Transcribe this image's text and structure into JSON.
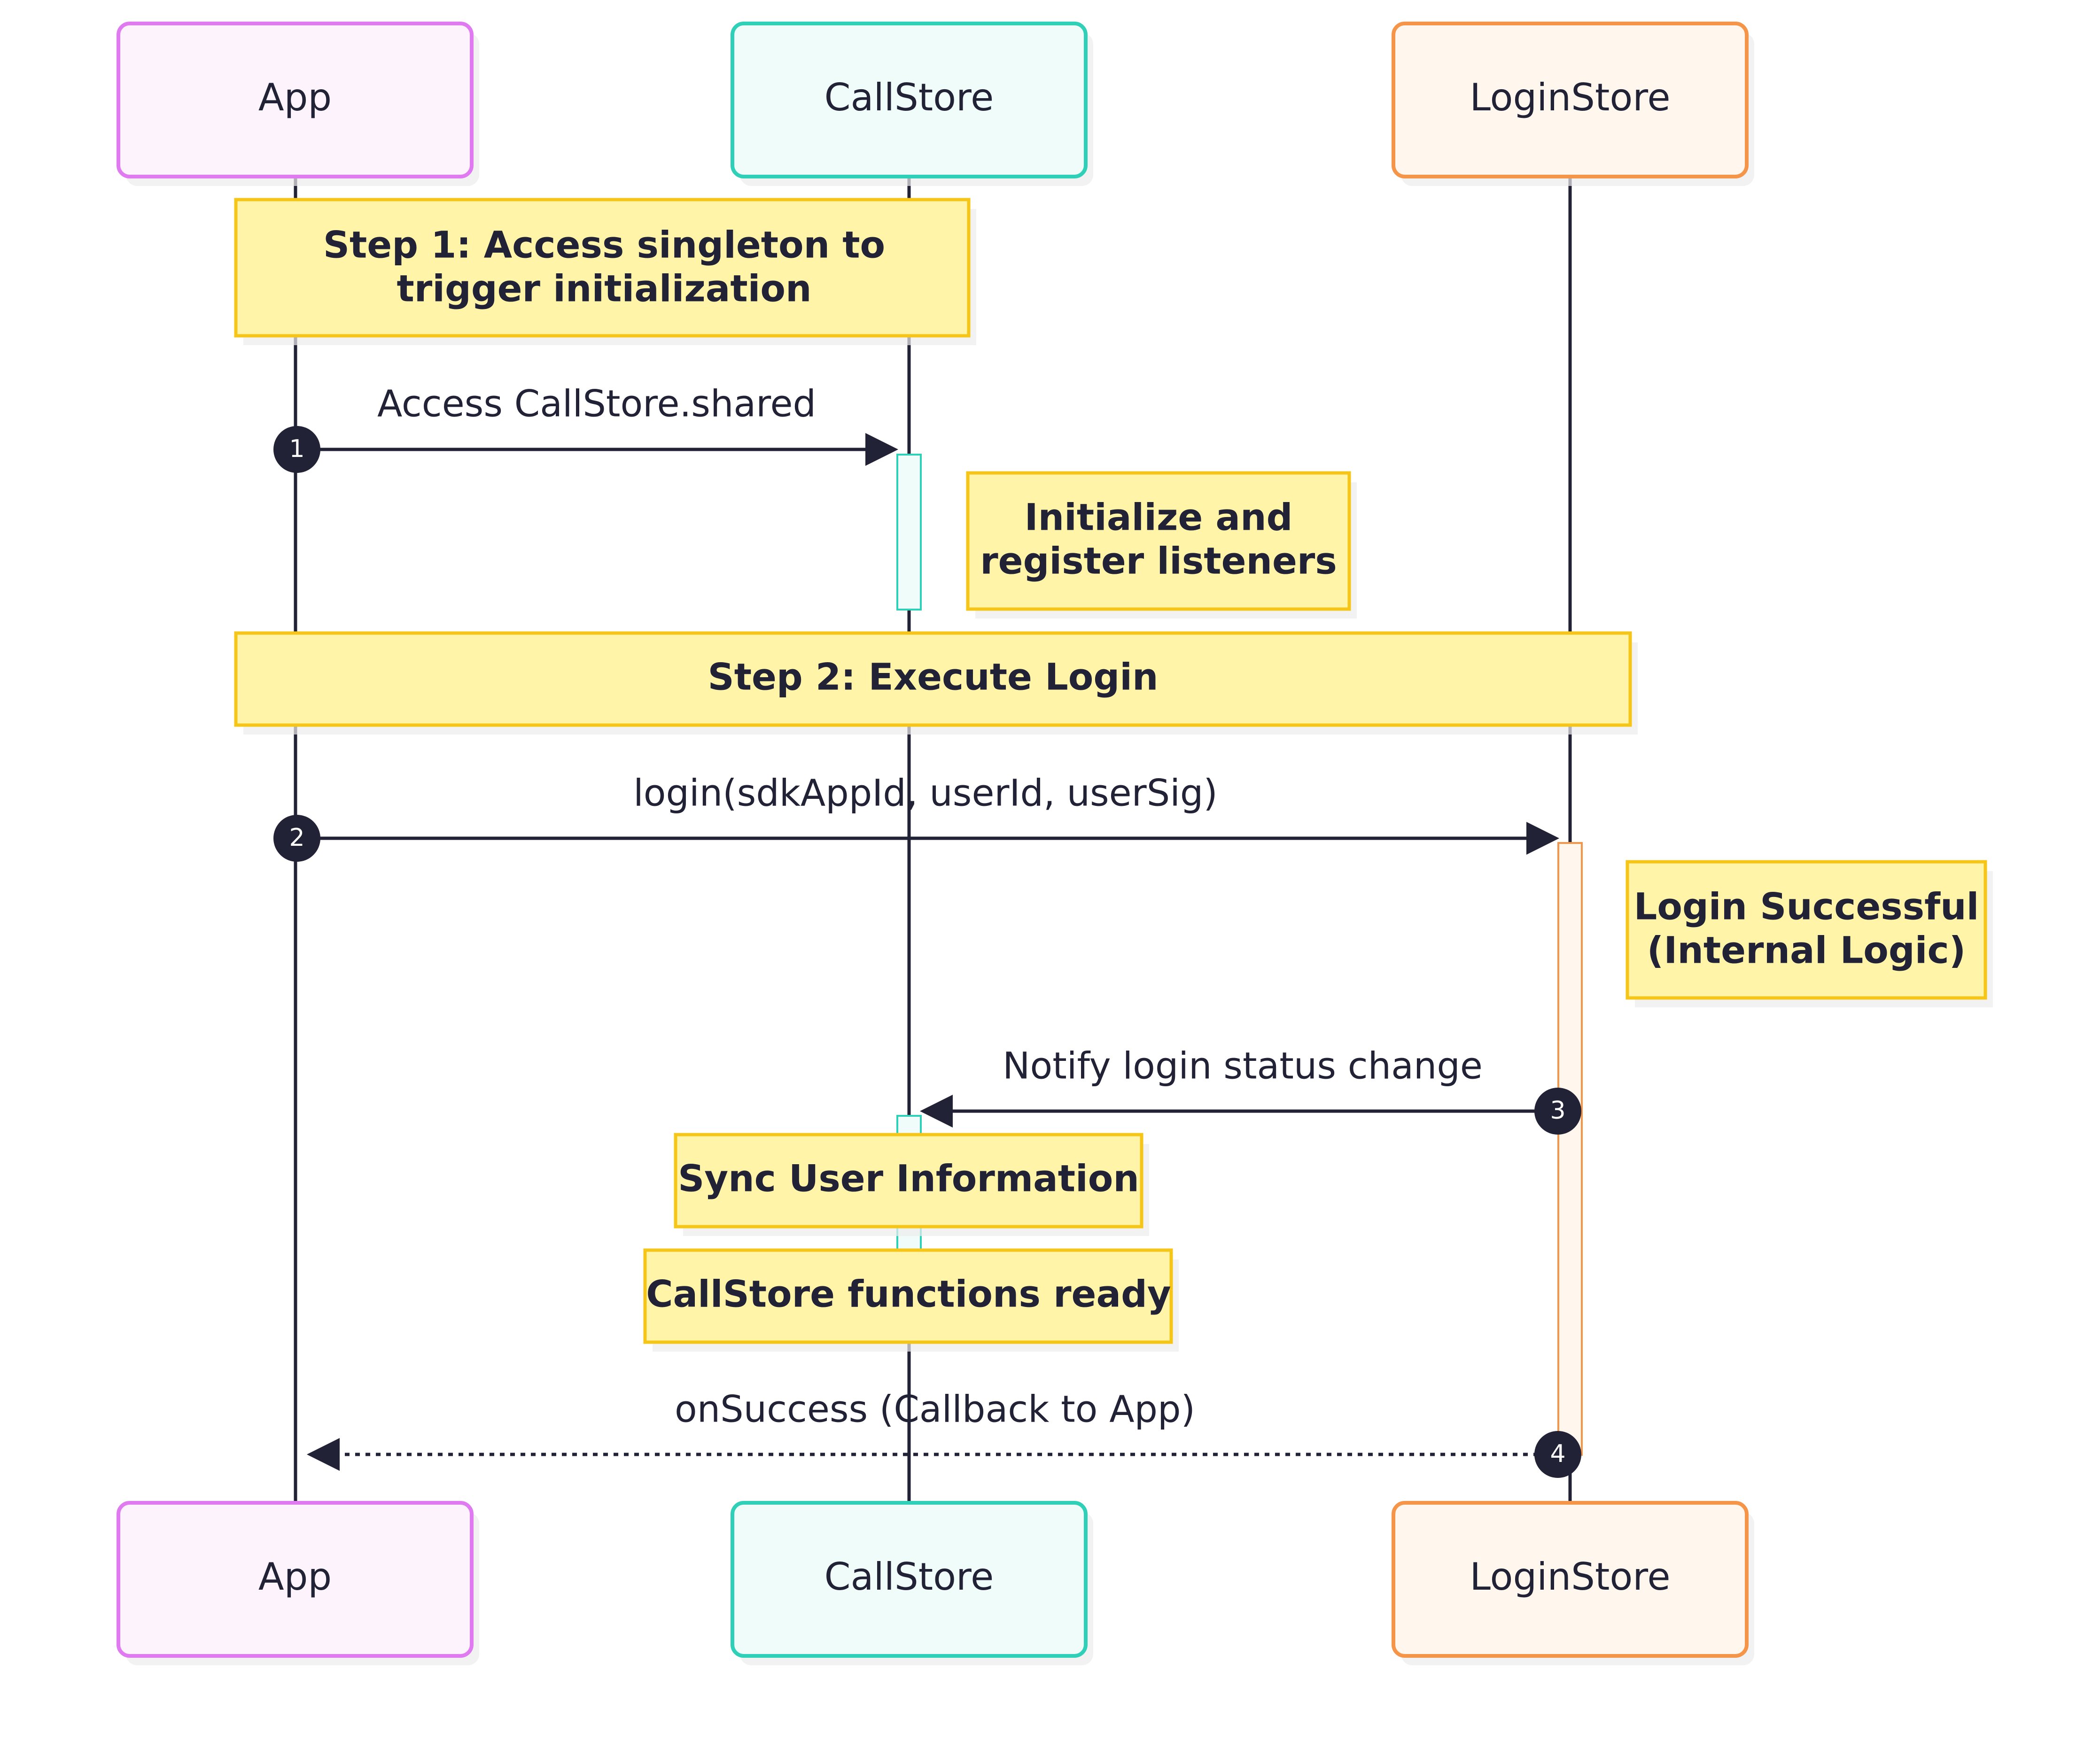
{
  "colors": {
    "line": "#222237",
    "note_fill": "#FFF4A8",
    "note_border": "#F5C518",
    "app_border": "#E07AF0",
    "app_fill": "#FDF3FD",
    "callstore_border": "#2FCFB8",
    "callstore_fill": "#EFFCF9",
    "loginstore_border": "#F5954A",
    "loginstore_fill": "#FFF7EE"
  },
  "participants": [
    {
      "id": "app",
      "label": "App"
    },
    {
      "id": "callstore",
      "label": "CallStore"
    },
    {
      "id": "loginstore",
      "label": "LoginStore"
    }
  ],
  "notes": {
    "step1": {
      "lines": [
        "Step 1: Access singleton to",
        "trigger initialization"
      ]
    },
    "init": {
      "lines": [
        "Initialize and",
        "register listeners"
      ]
    },
    "step2": {
      "lines": [
        "Step 2: Execute Login"
      ]
    },
    "login_success": {
      "lines": [
        "Login Successful",
        "(Internal Logic)"
      ]
    },
    "sync": {
      "lines": [
        "Sync User Information"
      ]
    },
    "ready": {
      "lines": [
        "CallStore functions ready"
      ]
    }
  },
  "messages": [
    {
      "number": "1",
      "label": "Access CallStore.shared",
      "from": "App",
      "to": "CallStore",
      "style": "solid"
    },
    {
      "number": "2",
      "label": "login(sdkAppId, userId, userSig)",
      "from": "App",
      "to": "LoginStore",
      "style": "solid"
    },
    {
      "number": "3",
      "label": "Notify login status change",
      "from": "LoginStore",
      "to": "CallStore",
      "style": "solid"
    },
    {
      "number": "4",
      "label": "onSuccess (Callback to App)",
      "from": "LoginStore",
      "to": "App",
      "style": "dotted"
    }
  ]
}
